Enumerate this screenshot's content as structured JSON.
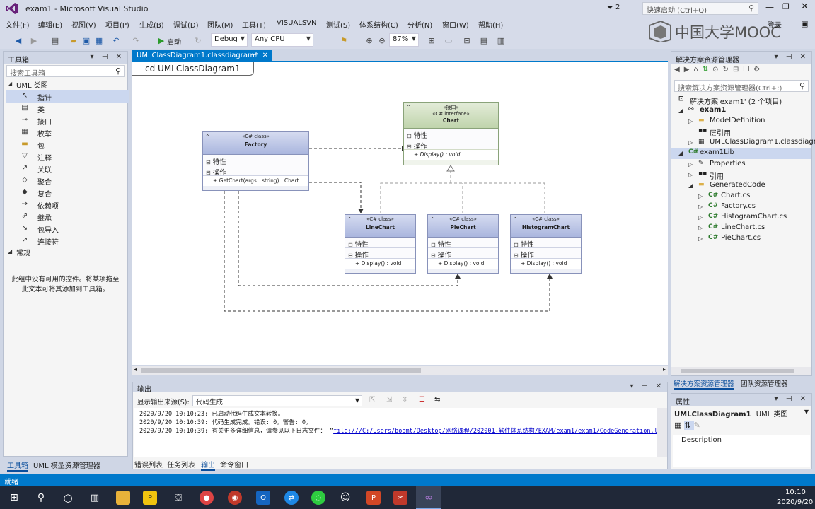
{
  "window": {
    "title": "exam1 - Microsoft Visual Studio",
    "notification_count": "2",
    "quick_launch_placeholder": "快速启动 (Ctrl+Q)",
    "signin": "登录"
  },
  "watermark": "中国大学MOOC",
  "menu": [
    "文件(F)",
    "编辑(E)",
    "视图(V)",
    "项目(P)",
    "生成(B)",
    "调试(D)",
    "团队(M)",
    "工具(T)",
    "VISUALSVN",
    "测试(S)",
    "体系结构(C)",
    "分析(N)",
    "窗口(W)",
    "帮助(H)"
  ],
  "toolbar": {
    "start_label": "启动",
    "config": "Debug",
    "platform": "Any CPU",
    "zoom": "87%"
  },
  "toolbox": {
    "title": "工具箱",
    "search_placeholder": "搜索工具箱",
    "group1": "UML 类图",
    "items": [
      "指针",
      "类",
      "接口",
      "枚举",
      "包",
      "注释",
      "关联",
      "聚合",
      "复合",
      "依赖项",
      "继承",
      "包导入",
      "连接符"
    ],
    "group2": "常规",
    "empty_msg_1": "此组中没有可用的控件。将某项拖至",
    "empty_msg_2": "此文本可将其添加到工具箱。",
    "bottom_tabs": [
      "工具箱",
      "UML 模型资源管理器"
    ]
  },
  "editor": {
    "tab_label": "UMLClassDiagram1.classdiagram*",
    "diagram_title": "cd UMLClassDiagram1"
  },
  "diagram": {
    "section_props": "特性",
    "section_ops": "操作",
    "chart": {
      "stereo1": "«接口»",
      "stereo2": "«C# interface»",
      "name": "Chart",
      "op": "+ Display() : void"
    },
    "factory": {
      "stereo": "«C# class»",
      "name": "Factory",
      "op": "+ GetChart(args : string) : Chart"
    },
    "linechart": {
      "stereo": "«C# class»",
      "name": "LineChart",
      "op": "+ Display() : void"
    },
    "piechart": {
      "stereo": "«C# class»",
      "name": "PieChart",
      "op": "+ Display() : void"
    },
    "histogram": {
      "stereo": "«C# class»",
      "name": "HistogramChart",
      "op": "+ Display() : void"
    }
  },
  "output": {
    "title": "输出",
    "source_label": "显示输出来源(S):",
    "source_value": "代码生成",
    "lines": [
      "2020/9/20 10:10:23: 已启动代码生成文本转换。",
      "2020/9/20 10:10:39: 代码生成完成。错误:  0。警告:  0。",
      "2020/9/20 10:10:39: 有关更多详细信息，请参见以下日志文件：  “"
    ],
    "link": "file:///C:/Users/boomt/Desktop/网络课程/202001-软件体系结构/EXAM/exam1/exam1/CodeGeneration.l",
    "bottom_tabs": [
      "错误列表",
      "任务列表",
      "输出",
      "命令窗口"
    ]
  },
  "solution": {
    "title": "解决方案资源管理器",
    "search_placeholder": "搜索解决方案资源管理器(Ctrl+;)",
    "items": [
      {
        "label": "解决方案'exam1' (2 个项目)"
      },
      {
        "label": "exam1"
      },
      {
        "label": "ModelDefinition"
      },
      {
        "label": "层引用"
      },
      {
        "label": "UMLClassDiagram1.classdiagra"
      },
      {
        "label": "exam1Lib"
      },
      {
        "label": "Properties"
      },
      {
        "label": "引用"
      },
      {
        "label": "GeneratedCode"
      },
      {
        "label": "Chart.cs"
      },
      {
        "label": "Factory.cs"
      },
      {
        "label": "HistogramChart.cs"
      },
      {
        "label": "LineChart.cs"
      },
      {
        "label": "PieChart.cs"
      }
    ],
    "bottom_tabs": [
      "解决方案资源管理器",
      "团队资源管理器"
    ]
  },
  "properties": {
    "title": "属性",
    "object_name": "UMLClassDiagram1",
    "object_type": "UML 类图",
    "row_label": "Description"
  },
  "status": "就绪",
  "taskbar": {
    "time": "10:10",
    "date": "2020/9/20"
  },
  "colors": {
    "accent": "#0079cb",
    "vs_purple": "#68217a"
  }
}
